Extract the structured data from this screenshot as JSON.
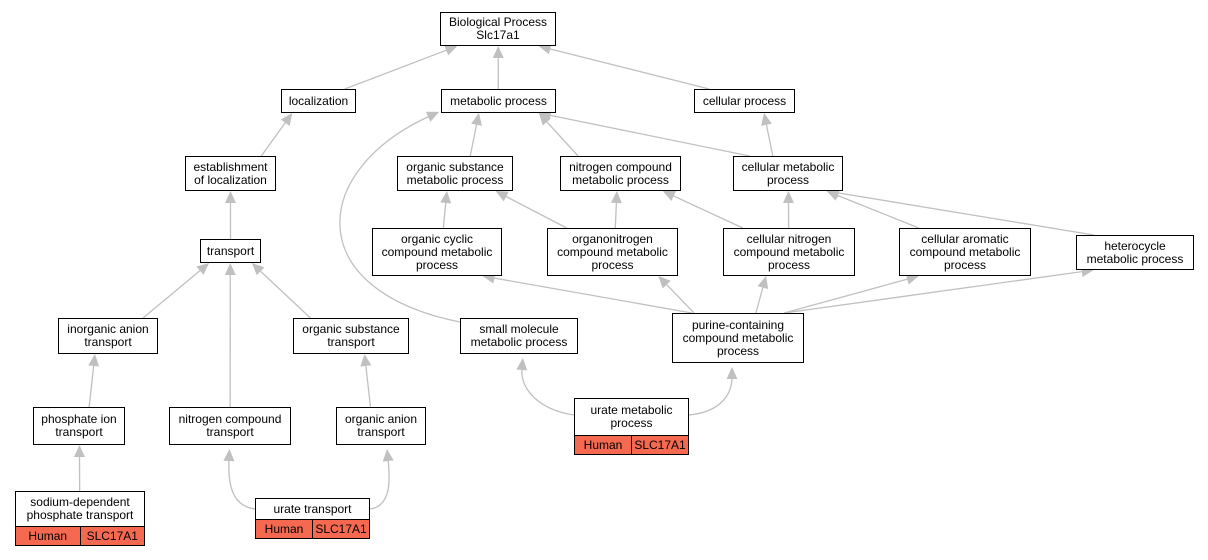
{
  "diagram": {
    "edge_color": "#c0c0c0",
    "annotation_color": "#f46950",
    "nodes": [
      {
        "id": "root",
        "label": "Biological Process\nSlc17a1"
      },
      {
        "id": "localization",
        "label": "localization"
      },
      {
        "id": "metabolic",
        "label": "metabolic process"
      },
      {
        "id": "cellular",
        "label": "cellular process"
      },
      {
        "id": "establishment",
        "label": "establishment\nof localization"
      },
      {
        "id": "org_sub_met",
        "label": "organic substance\nmetabolic process"
      },
      {
        "id": "nitro_comp_met",
        "label": "nitrogen compound\nmetabolic process"
      },
      {
        "id": "cell_met",
        "label": "cellular metabolic\nprocess"
      },
      {
        "id": "transport",
        "label": "transport"
      },
      {
        "id": "org_cyclic",
        "label": "organic cyclic\ncompound metabolic\nprocess"
      },
      {
        "id": "organonitrogen",
        "label": "organonitrogen\ncompound metabolic\nprocess"
      },
      {
        "id": "cell_nitro",
        "label": "cellular nitrogen\ncompound metabolic\nprocess"
      },
      {
        "id": "cell_arom",
        "label": "cellular aromatic\ncompound metabolic\nprocess"
      },
      {
        "id": "heterocycle",
        "label": "heterocycle\nmetabolic process"
      },
      {
        "id": "inorg_anion",
        "label": "inorganic anion\ntransport"
      },
      {
        "id": "org_sub_trans",
        "label": "organic substance\ntransport"
      },
      {
        "id": "small_mol",
        "label": "small molecule\nmetabolic process"
      },
      {
        "id": "purine",
        "label": "purine-containing\ncompound metabolic\nprocess"
      },
      {
        "id": "phosphate_ion",
        "label": "phosphate ion\ntransport"
      },
      {
        "id": "nitro_comp_trans",
        "label": "nitrogen compound\ntransport"
      },
      {
        "id": "org_anion",
        "label": "organic anion\ntransport"
      },
      {
        "id": "urate_met",
        "label": "urate metabolic\nprocess",
        "annotation": [
          "Human",
          "SLC17A1"
        ]
      },
      {
        "id": "sodium_phos",
        "label": "sodium-dependent\nphosphate transport",
        "annotation": [
          "Human",
          "SLC17A1"
        ]
      },
      {
        "id": "urate_trans",
        "label": "urate transport",
        "annotation": [
          "Human",
          "SLC17A1"
        ]
      }
    ],
    "edges": [
      [
        "localization",
        "root"
      ],
      [
        "metabolic",
        "root"
      ],
      [
        "cellular",
        "root"
      ],
      [
        "establishment",
        "localization"
      ],
      [
        "org_sub_met",
        "metabolic"
      ],
      [
        "nitro_comp_met",
        "metabolic"
      ],
      [
        "cell_met",
        "metabolic"
      ],
      [
        "cell_met",
        "cellular"
      ],
      [
        "transport",
        "establishment"
      ],
      [
        "org_cyclic",
        "org_sub_met"
      ],
      [
        "organonitrogen",
        "org_sub_met"
      ],
      [
        "organonitrogen",
        "nitro_comp_met"
      ],
      [
        "cell_nitro",
        "nitro_comp_met"
      ],
      [
        "cell_nitro",
        "cell_met"
      ],
      [
        "cell_arom",
        "cell_met"
      ],
      [
        "heterocycle",
        "cell_met"
      ],
      [
        "inorg_anion",
        "transport"
      ],
      [
        "nitro_comp_trans",
        "transport"
      ],
      [
        "org_sub_trans",
        "transport"
      ],
      [
        "small_mol",
        "metabolic"
      ],
      [
        "purine",
        "org_cyclic"
      ],
      [
        "purine",
        "organonitrogen"
      ],
      [
        "purine",
        "cell_nitro"
      ],
      [
        "purine",
        "cell_arom"
      ],
      [
        "purine",
        "heterocycle"
      ],
      [
        "phosphate_ion",
        "inorg_anion"
      ],
      [
        "org_anion",
        "org_sub_trans"
      ],
      [
        "urate_met",
        "small_mol"
      ],
      [
        "urate_met",
        "purine"
      ],
      [
        "sodium_phos",
        "phosphate_ion"
      ],
      [
        "urate_trans",
        "nitro_comp_trans"
      ],
      [
        "urate_trans",
        "org_anion"
      ]
    ]
  }
}
